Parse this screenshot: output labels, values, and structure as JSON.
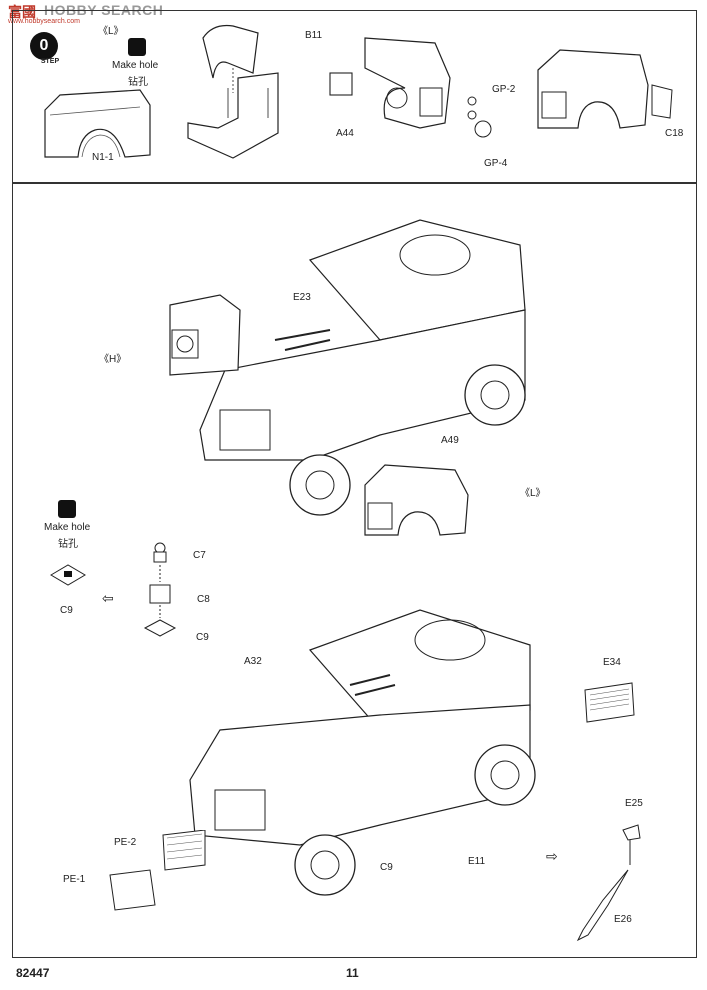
{
  "watermark": {
    "logo": "富國",
    "site": "HOBBY SEARCH",
    "sub": "www.hobbysearch.com"
  },
  "step": {
    "number": "0",
    "word": "STEP"
  },
  "top_panel": {
    "left_label": "《L》",
    "make_hole": "Make hole",
    "make_hole_cn": "钻孔",
    "parts": {
      "n1": "N1-1",
      "b11": "B11",
      "a44": "A44",
      "gp2": "GP-2",
      "gp4": "GP-4",
      "c18": "C18"
    }
  },
  "middle_panel": {
    "parts": {
      "e23": "E23",
      "h": "《H》",
      "a49": "A49",
      "l": "《L》"
    }
  },
  "bottom_panel": {
    "make_hole": "Make hole",
    "make_hole_cn": "钻孔",
    "parts": {
      "c7": "C7",
      "c8": "C8",
      "c9a": "C9",
      "c9b": "C9",
      "a32": "A32",
      "e34": "E34",
      "pe2": "PE-2",
      "pe1": "PE-1",
      "c9c": "C9",
      "e11": "E11",
      "e25": "E25",
      "e26": "E26"
    }
  },
  "footer": {
    "code": "82447",
    "page": "11"
  }
}
